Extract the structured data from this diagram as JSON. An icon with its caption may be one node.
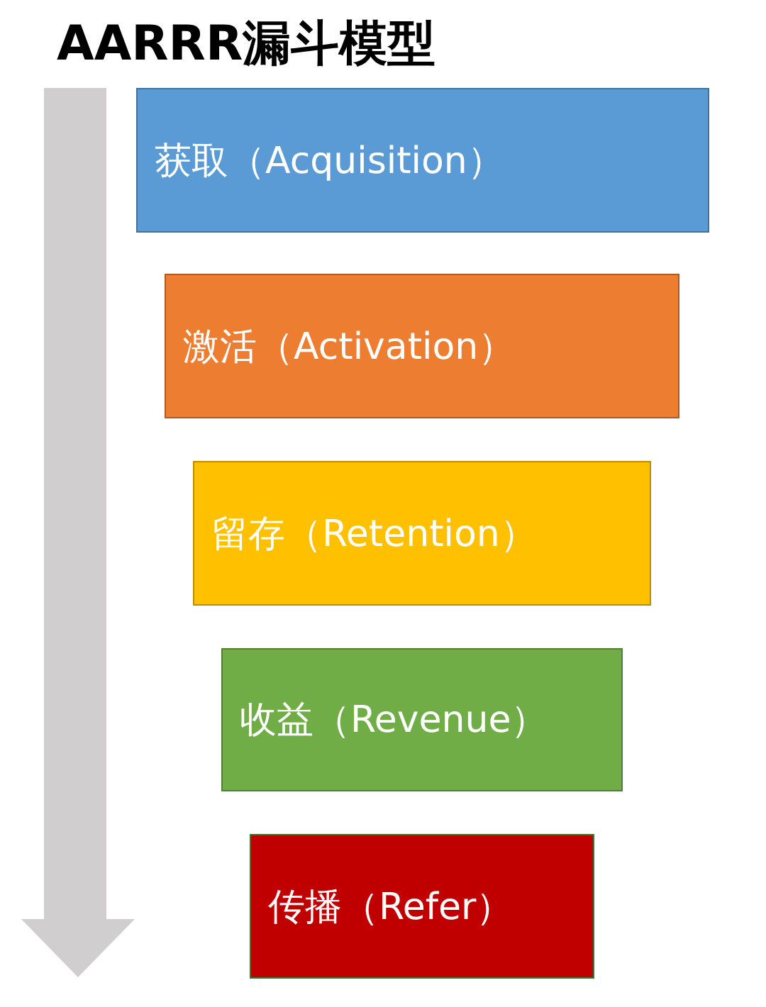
{
  "diagram": {
    "title": "AARRR漏斗模型",
    "nodes": [
      {
        "text": [
          "获取（Acquisition）"
        ]
      },
      {
        "text": [
          "激活（Activation）"
        ]
      },
      {
        "text": [
          "留存（Retention）"
        ]
      },
      {
        "text": [
          "收益（Revenue）"
        ]
      },
      {
        "text": [
          "传播（Refer）"
        ]
      }
    ]
  }
}
